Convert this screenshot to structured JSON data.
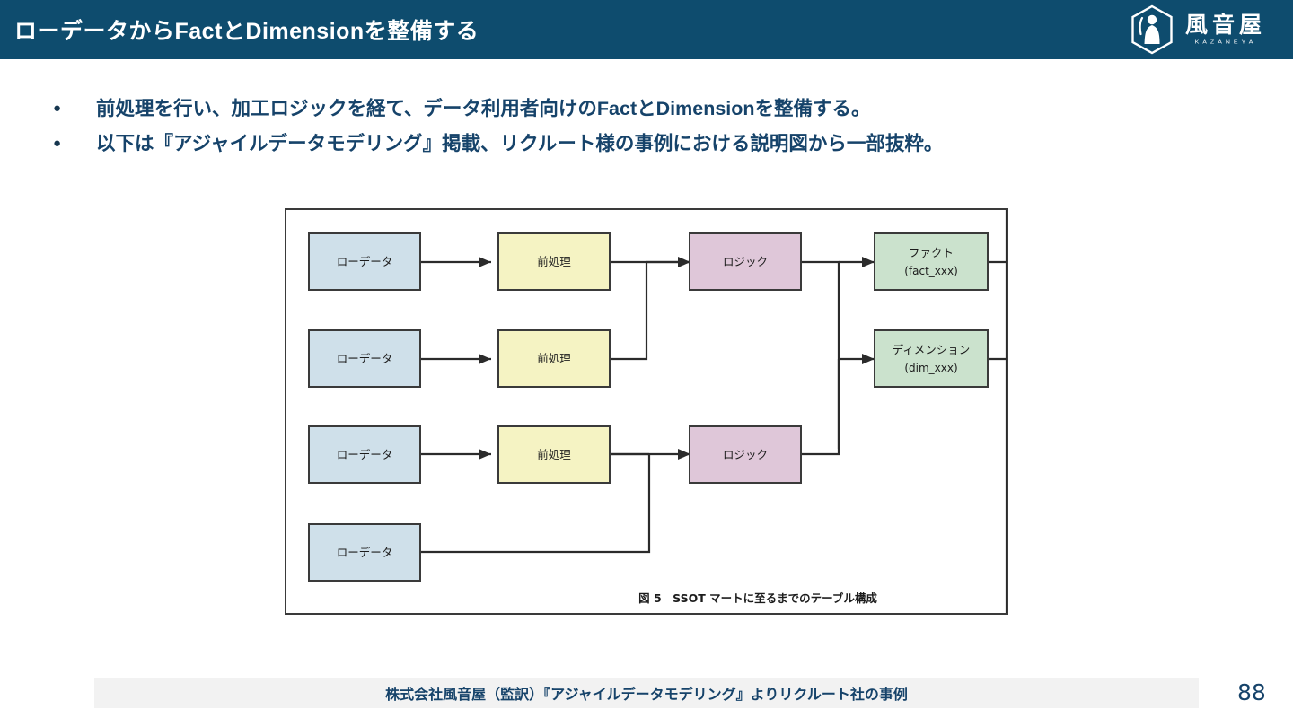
{
  "header": {
    "title": "ローデータからFactとDimensionを整備する",
    "logo": {
      "jp": "風音屋",
      "en": "KAZANEYA",
      "mark": "hexagon-person-icon"
    },
    "bg_color": "#0e4c6e"
  },
  "bullets": {
    "marker": "●",
    "items": [
      "前処理を行い、加工ロジックを経て、データ利用者向けのFactとDimensionを整備する。",
      "以下は『アジャイルデータモデリング』掲載、リクルート様の事例における説明図から一部抜粋。"
    ],
    "text_color": "#16436a"
  },
  "figure": {
    "caption": "図 5　SSOT マートに至るまでのテーブル構成",
    "colors": {
      "raw": "#cfe0ea",
      "preprocess": "#f5f3c3",
      "logic": "#dfc7d9",
      "output": "#cbe2cd",
      "border": "#3a3a3a",
      "line": "#2b2b2b"
    },
    "nodes": {
      "raw_1": "ローデータ",
      "raw_2": "ローデータ",
      "raw_3": "ローデータ",
      "raw_4": "ローデータ",
      "pre_1": "前処理",
      "pre_2": "前処理",
      "pre_3": "前処理",
      "logic_1": "ロジック",
      "logic_2": "ロジック",
      "fact_line1": "ファクト",
      "fact_line2": "(fact_xxx)",
      "dim_line1": "ディメンション",
      "dim_line2": "(dim_xxx)"
    }
  },
  "footer": {
    "credit": "株式会社風音屋（監訳）『アジャイルデータモデリング』よりリクルート社の事例",
    "page_number": "88"
  }
}
